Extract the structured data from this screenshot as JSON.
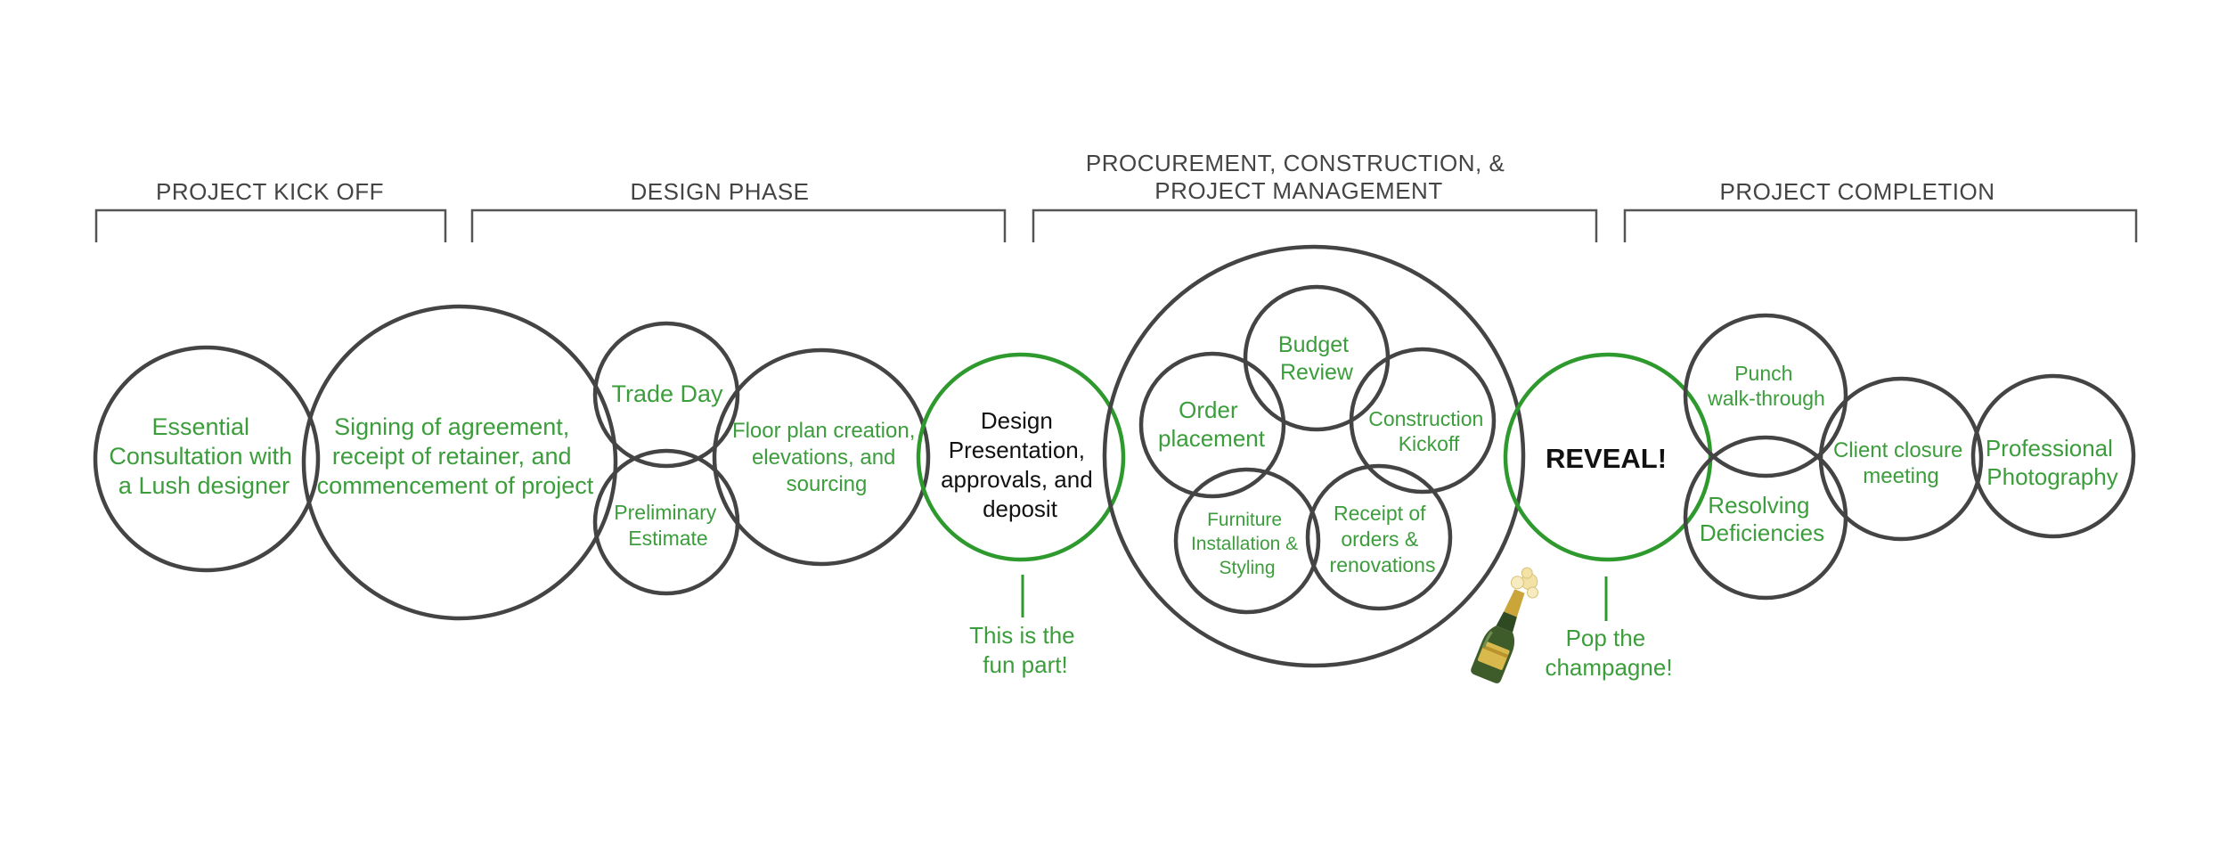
{
  "phases": [
    {
      "lines": [
        "PROJECT KICK OFF"
      ]
    },
    {
      "lines": [
        "DESIGN PHASE"
      ]
    },
    {
      "lines": [
        "PROCUREMENT, CONSTRUCTION, &",
        "PROJECT MANAGEMENT"
      ]
    },
    {
      "lines": [
        "PROJECT COMPLETION"
      ]
    }
  ],
  "steps": {
    "consultation": [
      "Essential",
      "Consultation with",
      "a Lush designer"
    ],
    "agreement": [
      "Signing of agreement,",
      "receipt of retainer, and",
      "commencement of project"
    ],
    "trade_day": [
      "Trade Day"
    ],
    "estimate": [
      "Preliminary",
      "Estimate"
    ],
    "floor_plan": [
      "Floor plan creation,",
      "elevations, and",
      "sourcing"
    ],
    "presentation": [
      "Design",
      "Presentation,",
      "approvals, and",
      "deposit"
    ],
    "budget": [
      "Budget",
      "Review"
    ],
    "order": [
      "Order",
      "placement"
    ],
    "construction": [
      "Construction",
      "Kickoff"
    ],
    "furniture": [
      "Furniture",
      "Installation &",
      "Styling"
    ],
    "receipt": [
      "Receipt of",
      "orders &",
      "renovations"
    ],
    "reveal": [
      "REVEAL!"
    ],
    "punch": [
      "Punch",
      "walk-through"
    ],
    "deficiencies": [
      "Resolving",
      "Deficiencies"
    ],
    "closure": [
      "Client closure",
      "meeting"
    ],
    "photography": [
      "Professional",
      "Photography"
    ]
  },
  "callouts": {
    "fun": [
      "This is the",
      "fun part!"
    ],
    "champagne": [
      "Pop the",
      "champagne!"
    ]
  },
  "colors": {
    "green_text": "#3c9d3c",
    "green_circle": "#2e9a2e",
    "gray_circle": "#444444",
    "label_gray": "#444444"
  },
  "icons": {
    "champagne": "champagne-bottle-icon"
  }
}
